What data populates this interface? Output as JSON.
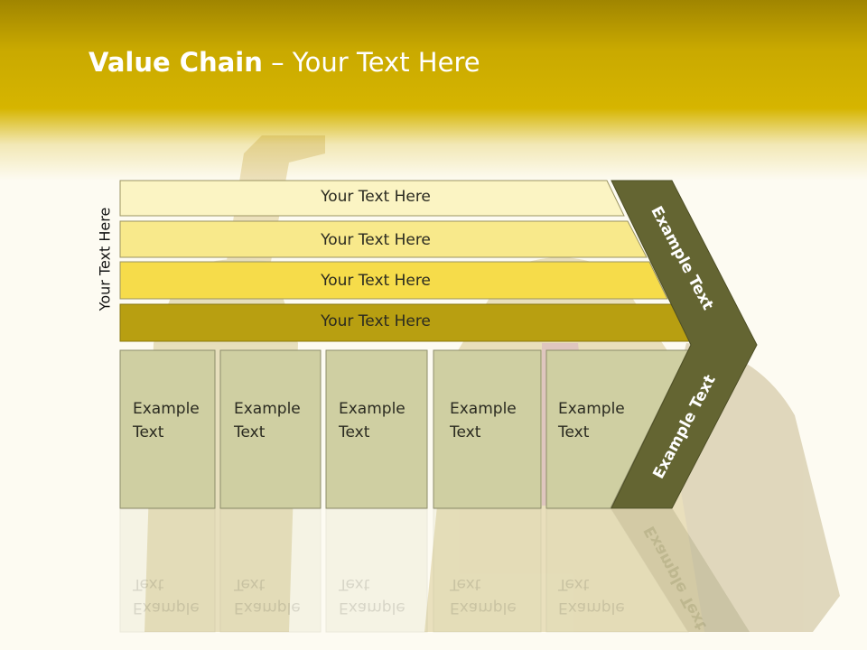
{
  "title": {
    "bold": "Value Chain",
    "rest": " – Your Text Here"
  },
  "side_label": "Your Text Here",
  "bars": [
    "Your Text Here",
    "Your Text Here",
    "Your Text Here",
    "Your Text Here"
  ],
  "boxes": [
    "Example Text",
    "Example Text",
    "Example Text",
    "Example Text",
    "Example Text"
  ],
  "arrow_top_text": "Example Text",
  "arrow_bottom_text": "Example Text",
  "colors": {
    "bar1": "#fbf4c3",
    "bar2": "#f8e98b",
    "bar3": "#f6dc4a",
    "bar4": "#b89f11",
    "box": "#cfcfa2",
    "arrow": "#646532"
  }
}
